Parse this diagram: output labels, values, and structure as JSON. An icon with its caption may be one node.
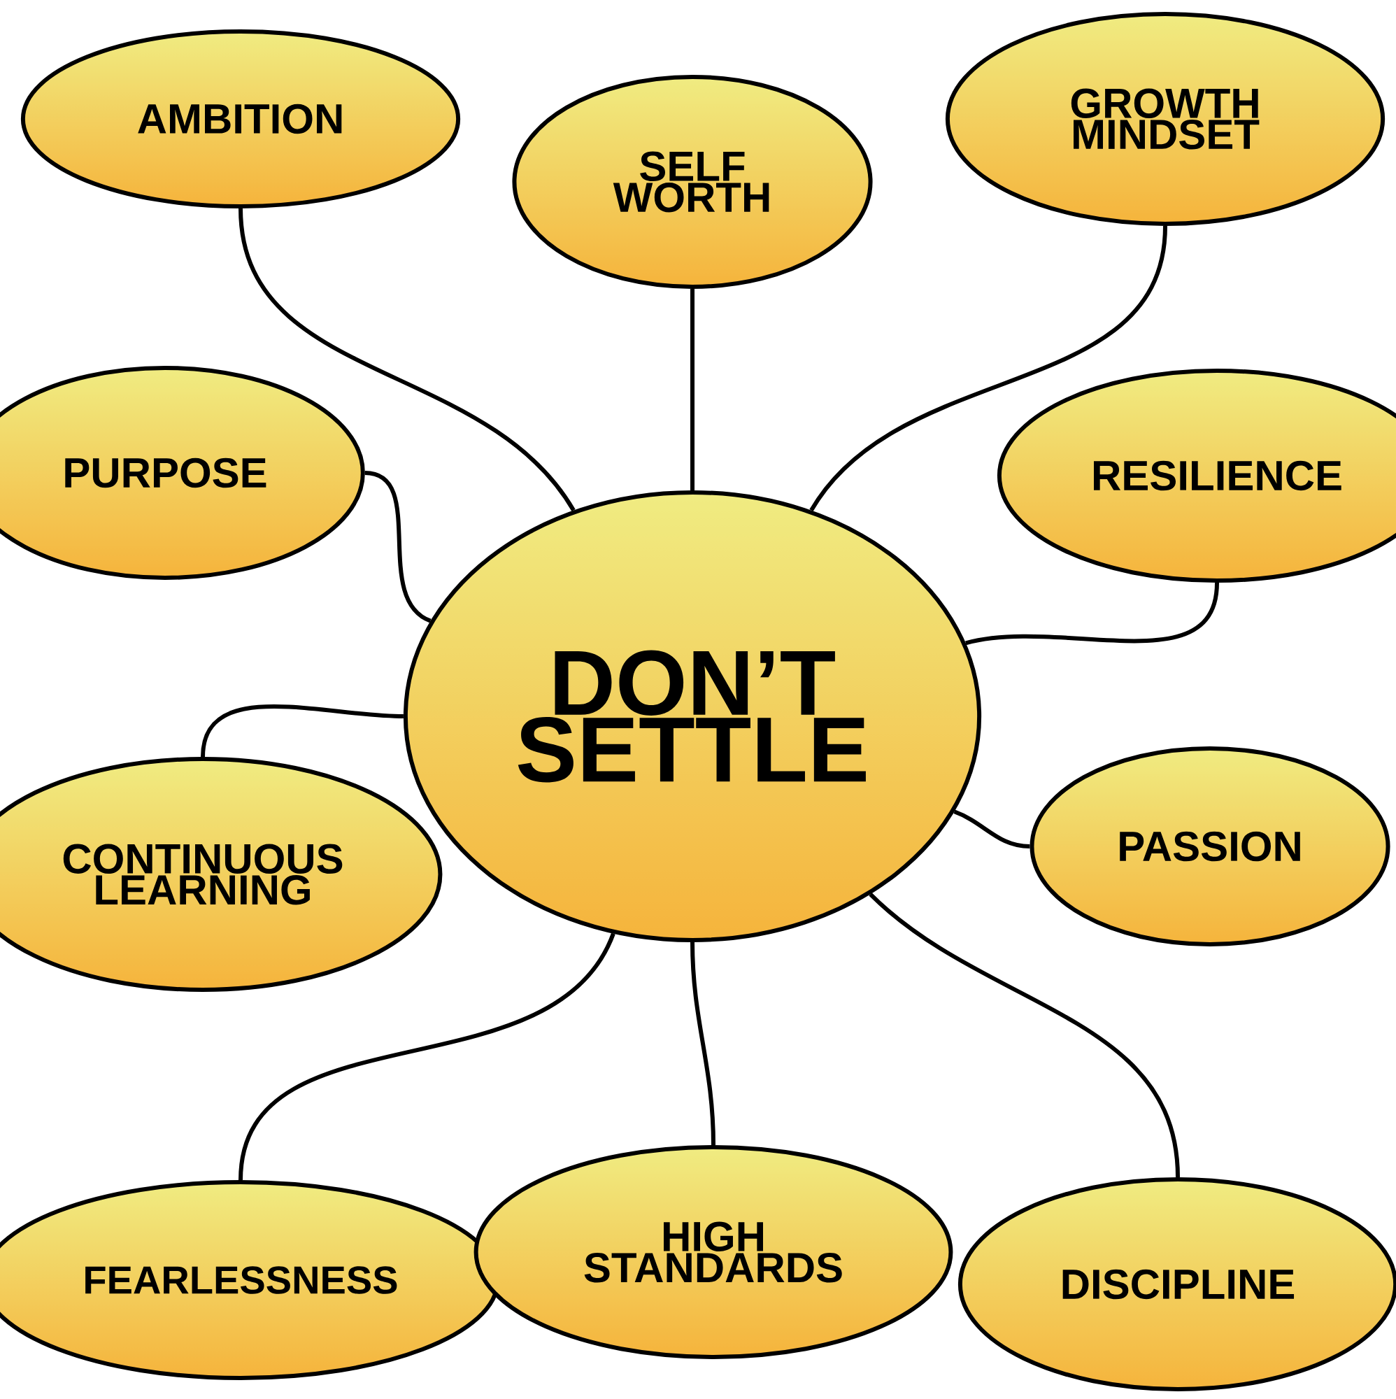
{
  "diagram": {
    "nodes": [
      {
        "text": [
          "DON’T SETTLE"
        ]
      },
      {
        "text": [
          "AMBITION"
        ]
      },
      {
        "text": [
          "SELF WORTH"
        ]
      },
      {
        "text": [
          "GROWTH MINDSET"
        ]
      },
      {
        "text": [
          "PURPOSE"
        ]
      },
      {
        "text": [
          "RESILIENCE"
        ]
      },
      {
        "text": [
          "CONTINUOUS LEARNING"
        ]
      },
      {
        "text": [
          "PASSION"
        ]
      },
      {
        "text": [
          "FEARLESSNESS"
        ]
      },
      {
        "text": [
          "HIGH STANDARDS"
        ]
      },
      {
        "text": [
          "DISCIPLINE"
        ]
      }
    ],
    "edges": [
      {
        "from": 0,
        "to": 1,
        "arrow": "none"
      },
      {
        "from": 0,
        "to": 2,
        "arrow": "none"
      },
      {
        "from": 0,
        "to": 3,
        "arrow": "none"
      },
      {
        "from": 0,
        "to": 4,
        "arrow": "none"
      },
      {
        "from": 0,
        "to": 5,
        "arrow": "none"
      },
      {
        "from": 0,
        "to": 6,
        "arrow": "none"
      },
      {
        "from": 0,
        "to": 7,
        "arrow": "none"
      },
      {
        "from": 0,
        "to": 8,
        "arrow": "none"
      },
      {
        "from": 0,
        "to": 9,
        "arrow": "none"
      },
      {
        "from": 0,
        "to": 10,
        "arrow": "none"
      }
    ]
  }
}
